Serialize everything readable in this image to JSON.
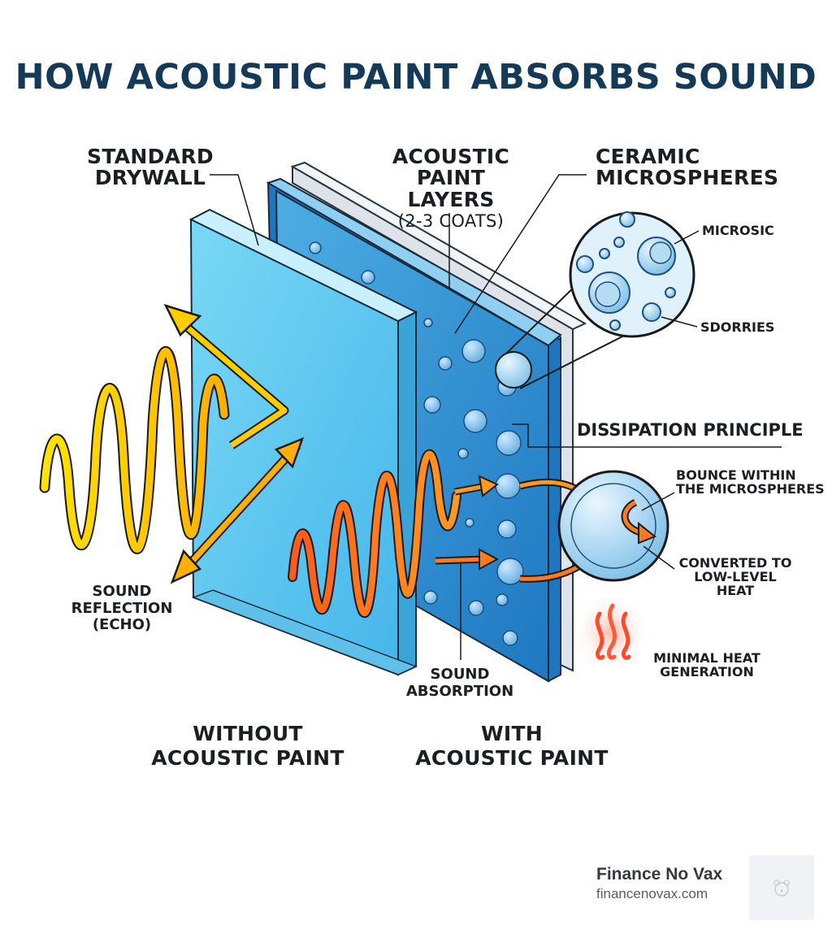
{
  "title": "HOW ACOUSTIC PAINT ABSORBS SOUND",
  "labels": {
    "standard_drywall": [
      "STANDARD",
      "DRYWALL"
    ],
    "acoustic_paint_layers": [
      "ACOUSTIC",
      "PAINT LAYERS"
    ],
    "coats": "(2-3 COATS)",
    "ceramic_microspheres": [
      "CERAMIC",
      "MICROSPHERES"
    ],
    "microsic": "MICROSIC",
    "sdorries": "SDORRIES",
    "dissipation_principle": "DISSIPATION PRINCIPLE",
    "bounce_within": [
      "BOUNCE WITHIN",
      "THE MICROSPHERES"
    ],
    "converted_heat": [
      "CONVERTED TO",
      "LOW-LEVEL HEAT"
    ],
    "minimal_heat": [
      "MINIMAL HEAT",
      "GENERATION"
    ],
    "sound_reflection": [
      "SOUND",
      "REFLECTION",
      "(ECHO)"
    ],
    "sound_absorption": [
      "SOUND",
      "ABSORPTION"
    ],
    "without_paint": [
      "WITHOUT",
      "ACOUSTIC PAINT"
    ],
    "with_paint": [
      "WITH",
      "ACOUSTIC PAINT"
    ]
  },
  "brand": {
    "name": "Finance No Vax",
    "url": "financenovax.com",
    "logo_icon": "bear-logo-icon"
  },
  "colors": {
    "title": "#153a57",
    "drywall": "#6fd0f0",
    "paint": "#3b9ad6",
    "reflection_wave": "#f5c000",
    "absorbed_wave": "#ff6a1a",
    "heat": "#ff5b3a"
  }
}
